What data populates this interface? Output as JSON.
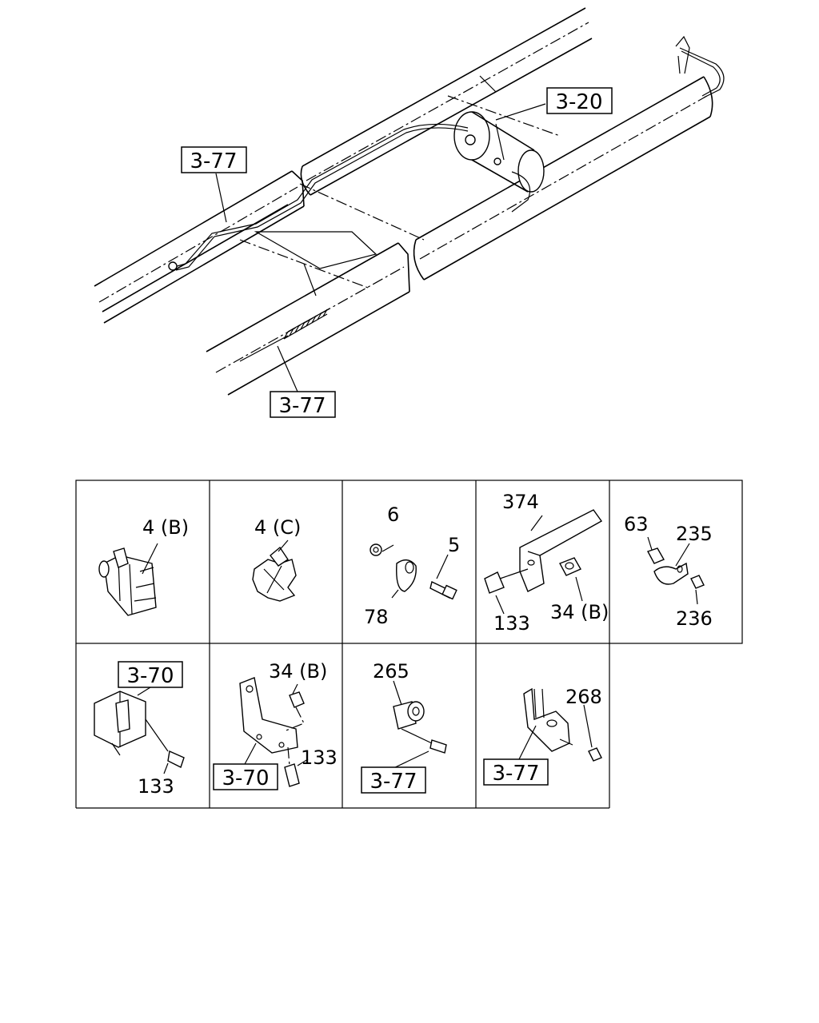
{
  "main_diagram": {
    "refs": [
      "3-20",
      "3-77",
      "3-77"
    ]
  },
  "parts_grid": {
    "cells": [
      {
        "labels": [
          "4 (B)"
        ]
      },
      {
        "labels": [
          "4 (C)"
        ]
      },
      {
        "labels": [
          "6",
          "5",
          "78"
        ]
      },
      {
        "labels": [
          "374",
          "133",
          "34 (B)"
        ]
      },
      {
        "labels": [
          "63",
          "235",
          "236"
        ]
      },
      {
        "refs": [
          "3-70"
        ],
        "labels": [
          "133"
        ]
      },
      {
        "refs": [
          "3-70"
        ],
        "labels": [
          "34 (B)",
          "133"
        ]
      },
      {
        "refs": [
          "3-77"
        ],
        "labels": [
          "265"
        ]
      },
      {
        "refs": [
          "3-77"
        ],
        "labels": [
          "268"
        ]
      }
    ]
  }
}
